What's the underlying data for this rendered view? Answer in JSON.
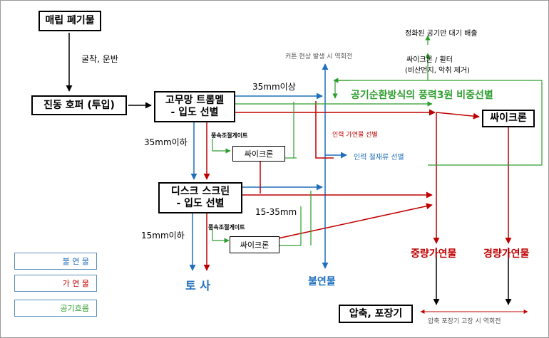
{
  "boxes": {
    "landfill": "매립 폐기물",
    "hopper": "진동 호퍼 (투입)",
    "trommel": "고무망 트롬멜\n- 입도 선별",
    "cyclone1": "싸이크론",
    "disc": "디스크 스크린\n- 입도 선별",
    "cyclone2": "싸이크론",
    "cyclone_main": "싸이크론",
    "compress": "압축, 포장기",
    "legend_noncomb": "불 연 물",
    "legend_comb": "가 연 물",
    "legend_air": "공기흐름"
  },
  "labels": {
    "dig": "굴착, 운반",
    "over35": "35mm이상",
    "under35": "35mm이하",
    "speed_gate1": "풍속조절게이트",
    "speed_gate2": "풍속조절게이트",
    "under15": "15mm이하",
    "range15_35": "15-35mm",
    "soil": "토 사",
    "noncomb": "불연물",
    "heavy": "중량가연물",
    "light": "경량가연물",
    "air_banner": "공기순환방식의 풍력3원 비중선별",
    "manual_comb": "인력 가연물 선별",
    "manual_iron": "인력 철재류 선별",
    "conveyor_reverse": "커튼 현상 발생 시 역회전",
    "compress_reverse": "압축 포장기 고장 시 역회전",
    "purified": "정화된 공기만 대기 배출",
    "cyclone_filter": "싸이크론 / 휠터",
    "filter_note": "(비산먼지, 악취 제거)"
  },
  "colors": {
    "noncomb": "#1f6fbd",
    "comb": "#c00000",
    "air": "#2e9d2e",
    "black": "#000000",
    "gray": "#555555"
  }
}
